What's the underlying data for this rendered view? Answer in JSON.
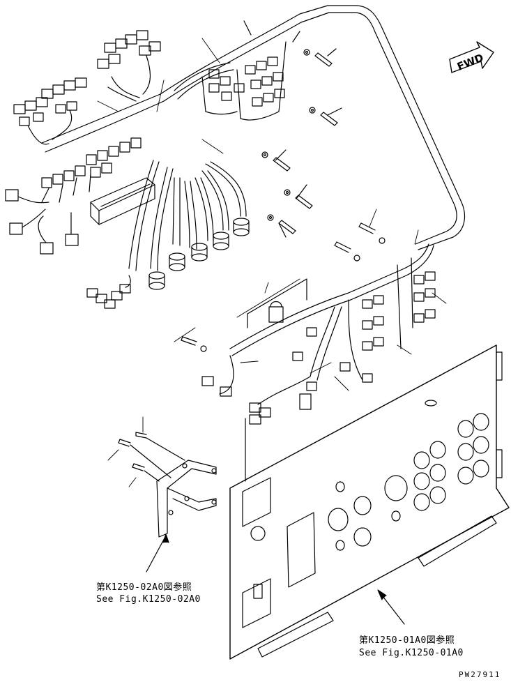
{
  "direction_arrow": {
    "label": "FWD"
  },
  "callouts": {
    "bracket_ref_ja": "第K1250-02A0図参照",
    "bracket_ref_en": "See Fig.K1250-02A0",
    "panel_ref_ja": "第K1250-01A0図参照",
    "panel_ref_en": "See Fig.K1250-01A0"
  },
  "drawing_code": "PW27911"
}
